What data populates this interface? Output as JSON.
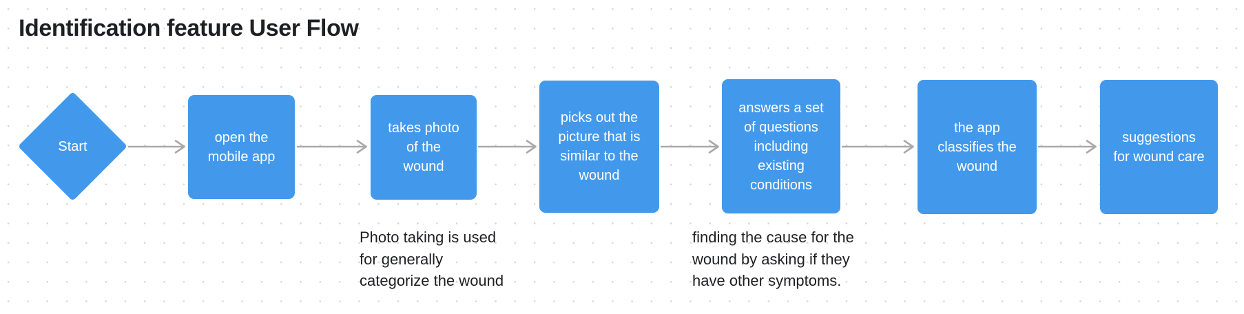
{
  "title": "Identification feature User Flow",
  "colors": {
    "node_fill": "#4299EC",
    "node_text": "#FFFFFF",
    "arrow": "#A9A9A9",
    "text": "#1E1F22",
    "background": "#FFFFFF",
    "grid_dot": "#D6D6D6"
  },
  "nodes": [
    {
      "id": "start",
      "type": "diamond",
      "label": "Start"
    },
    {
      "id": "open-app",
      "type": "rect",
      "label": "open the\nmobile app"
    },
    {
      "id": "take-photo",
      "type": "rect",
      "label": "takes photo\nof the\nwound"
    },
    {
      "id": "pick-picture",
      "type": "rect",
      "label": "picks out the\npicture that is\nsimilar to the\nwound"
    },
    {
      "id": "answer-questions",
      "type": "rect",
      "label": "answers a set\nof questions\nincluding\nexisting\nconditions"
    },
    {
      "id": "classify-wound",
      "type": "rect",
      "label": "the app\nclassifies the\nwound"
    },
    {
      "id": "care-suggestions",
      "type": "rect",
      "label": "suggestions\nfor wound care"
    }
  ],
  "annotations": [
    {
      "text": "Photo taking is used\nfor generally\ncategorize the wound"
    },
    {
      "text": "finding the cause for the\nwound by asking if they\nhave other symptoms."
    }
  ]
}
